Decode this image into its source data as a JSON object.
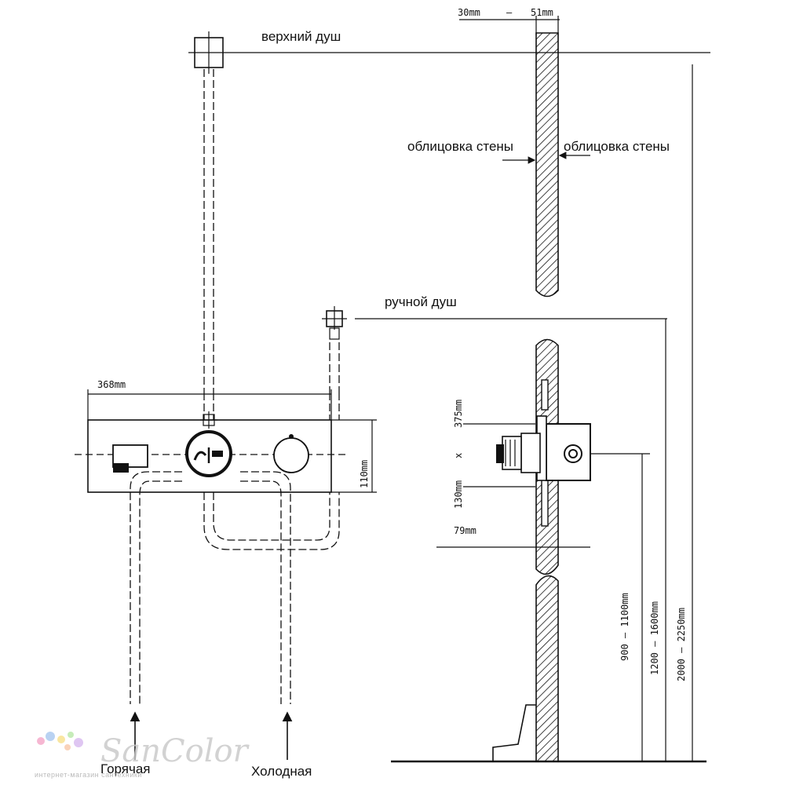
{
  "labels": {
    "top_shower": "верхний душ",
    "hand_shower": "ручной душ",
    "wall_cladding_left": "облицовка стены",
    "wall_cladding_right": "облицовка стены",
    "hot": "Горячая",
    "cold": "Холодная"
  },
  "dimensions": {
    "wall_thickness_min": "30mm",
    "wall_thickness_sep": "–",
    "wall_thickness_max": "51mm",
    "panel_width": "368mm",
    "panel_height": "110mm",
    "box_size_a": "375mm",
    "box_size_x": "x",
    "box_size_b": "130mm",
    "box_depth": "79mm",
    "valve_height": "900 – 1100mm",
    "hand_shower_height": "1200 – 1600mm",
    "top_shower_height": "2000 – 2250mm"
  },
  "watermark": {
    "brand": "SanColor",
    "tagline": "интернет-магазин сантехники",
    "dot_colors": [
      "#f4a6c8",
      "#a8c8f0",
      "#f8e08a",
      "#b8e8a8",
      "#d8b8f0",
      "#f8c8a8"
    ]
  }
}
